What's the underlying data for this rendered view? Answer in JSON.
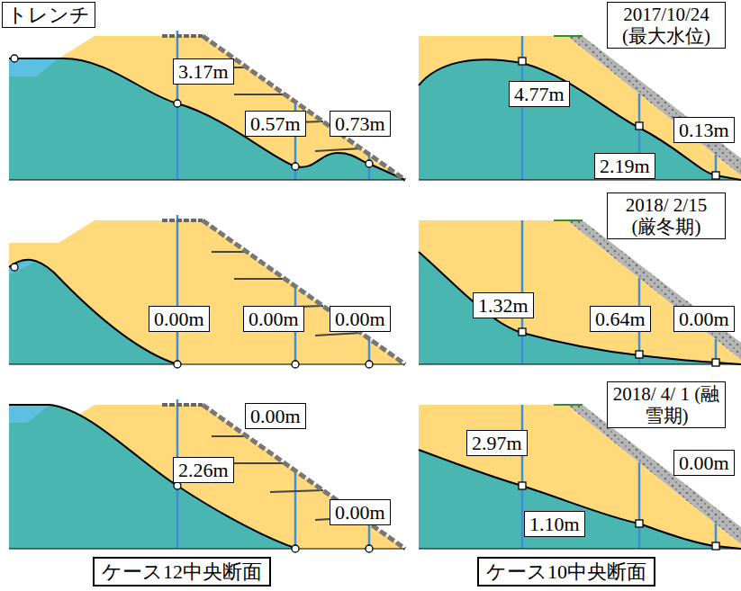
{
  "diagram": {
    "nodes": [
      {
        "text": [
          "トレンチ"
        ]
      },
      {
        "text": [
          "2017/10/24 (最大水位)"
        ]
      },
      {
        "text": [
          "3.17m"
        ]
      },
      {
        "text": [
          "4.77m"
        ]
      },
      {
        "text": [
          "0.57m"
        ]
      },
      {
        "text": [
          "0.73m"
        ]
      },
      {
        "text": [
          "0.13m"
        ]
      },
      {
        "text": [
          "2.19m"
        ]
      },
      {
        "text": [
          "2018/ 2/15 (厳冬期)"
        ]
      },
      {
        "text": [
          "1.32m"
        ]
      },
      {
        "text": [
          "0.00m"
        ]
      },
      {
        "text": [
          "0.00m"
        ]
      },
      {
        "text": [
          "0.64m"
        ]
      },
      {
        "text": [
          "0.00m"
        ]
      },
      {
        "text": [
          "0.00m"
        ]
      },
      {
        "text": [
          "2018/ 4/ 1 (融雪期)"
        ]
      },
      {
        "text": [
          "2.97m"
        ]
      },
      {
        "text": [
          "0.00m"
        ]
      },
      {
        "text": [
          "2.26m"
        ]
      },
      {
        "text": [
          "0.00m"
        ]
      },
      {
        "text": [
          "0.00m"
        ]
      },
      {
        "text": [
          "1.10m"
        ]
      },
      {
        "text": [
          "ケース12中央断面"
        ]
      },
      {
        "text": [
          "ケース10中央断面"
        ]
      }
    ]
  }
}
